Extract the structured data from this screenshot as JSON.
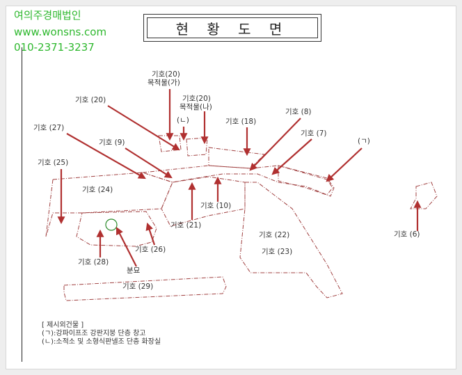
{
  "brand": {
    "name": "여의주경매법인",
    "website": "www.wonsns.com",
    "phone": "010-2371-3237",
    "color": "#2eb82e"
  },
  "title": "현 황 도 면",
  "labels": {
    "lot20a": "기호(20)",
    "lot20a_sub": "목적물(가)",
    "lot20b": "기호(20)",
    "lot20b_sub": "목적물(나)",
    "lot20c": "기호 (20)",
    "nieun": "(ㄴ)",
    "lot18": "기호 (18)",
    "lot8": "기호 (8)",
    "lot27": "기호 (27)",
    "lot9": "기호 (9)",
    "lot7": "기호 (7)",
    "giyeok": "(ㄱ)",
    "lot25": "기호 (25)",
    "lot24": "기호 (24)",
    "lot10": "기호 (10)",
    "lot21": "기호 (21)",
    "lot22": "기호 (22)",
    "lot6": "기호 (6)",
    "lot26": "기호 (26)",
    "lot23": "기호 (23)",
    "lot28": "기호 (28)",
    "grave": "분묘",
    "lot29": "기호 (29)"
  },
  "notes": {
    "heading": "[ 제시외건물 ]",
    "line1": "(ㄱ):강파이프조 강판지붕 단층 창고",
    "line2": "(ㄴ):소적소 및 소형식판넬조 단층 화장실"
  },
  "colors": {
    "arrow": "#b03030",
    "parcel_outline": "#a04040"
  }
}
